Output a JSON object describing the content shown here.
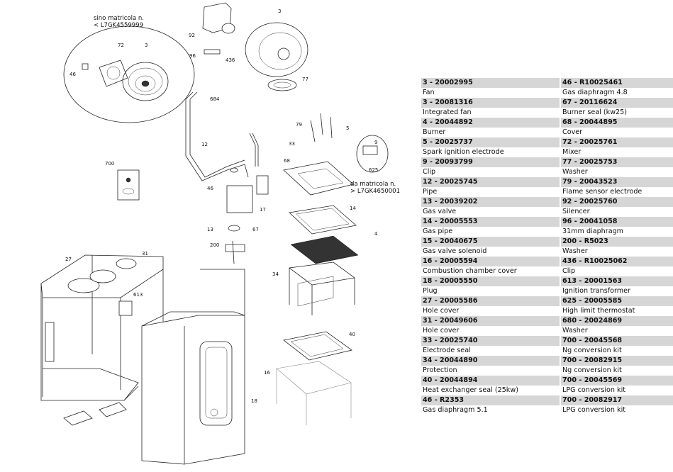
{
  "diagram": {
    "note_top_line1": "sino matricola n.",
    "note_top_line2": "< L7GK4559999",
    "note_right_line1": "da matricola n.",
    "note_right_line2": "> L7GK4650001",
    "callouts": [
      "3",
      "92",
      "96",
      "436",
      "77",
      "684",
      "72",
      "3",
      "46",
      "12",
      "700",
      "46",
      "79",
      "5",
      "33",
      "9",
      "625",
      "68",
      "17",
      "67",
      "13",
      "200",
      "14",
      "4",
      "34",
      "27",
      "31",
      "613",
      "40",
      "16",
      "18"
    ]
  },
  "parts": [
    {
      "code": "3   - 20002995",
      "desc": "Fan"
    },
    {
      "code": "46   - R10025461",
      "desc": "Gas diaphragm 4.8"
    },
    {
      "code": "3   - 20081316",
      "desc": "Integrated fan"
    },
    {
      "code": "67   - 20116624",
      "desc": "Burner seal (kw25)"
    },
    {
      "code": "4   - 20044892",
      "desc": "Burner"
    },
    {
      "code": "68   - 20044895",
      "desc": "Cover"
    },
    {
      "code": "5   - 20025737",
      "desc": "Spark ignition electrode"
    },
    {
      "code": "72   - 20025761",
      "desc": "Mixer"
    },
    {
      "code": "9   - 20093799",
      "desc": "Clip"
    },
    {
      "code": "77   - 20025753",
      "desc": "Washer"
    },
    {
      "code": "12   - 20025745",
      "desc": "Pipe"
    },
    {
      "code": "79   - 20043523",
      "desc": "Flame sensor electrode"
    },
    {
      "code": "13   - 20039202",
      "desc": "Gas valve"
    },
    {
      "code": "92   - 20025760",
      "desc": "Silencer"
    },
    {
      "code": "14   - 20005553",
      "desc": "Gas pipe"
    },
    {
      "code": "96   - 20041058",
      "desc": "31mm diaphragm"
    },
    {
      "code": "15   - 20040675",
      "desc": "Gas valve solenoid"
    },
    {
      "code": "200   - R5023",
      "desc": "Washer"
    },
    {
      "code": "16   - 20005594",
      "desc": "Combustion chamber cover"
    },
    {
      "code": "436   - R10025062",
      "desc": "Clip"
    },
    {
      "code": "18   - 20005550",
      "desc": "Plug"
    },
    {
      "code": "613   - 20001563",
      "desc": "Ignition transformer"
    },
    {
      "code": "27   - 20005586",
      "desc": "Hole cover"
    },
    {
      "code": "625   - 20005585",
      "desc": "High limit thermostat"
    },
    {
      "code": "31   - 20049606",
      "desc": "Hole cover"
    },
    {
      "code": "680   - 20024869",
      "desc": "Washer"
    },
    {
      "code": "33   - 20025740",
      "desc": "Electrode seal"
    },
    {
      "code": "700   - 20045568",
      "desc": "Ng conversion kit"
    },
    {
      "code": "34   - 20044890",
      "desc": "Protection"
    },
    {
      "code": "700   - 20082915",
      "desc": "Ng conversion kit"
    },
    {
      "code": "40   - 20044894",
      "desc": "Heat exchanger seal (25kw)"
    },
    {
      "code": "700   - 20045569",
      "desc": "LPG conversion kit"
    },
    {
      "code": "46   - R2353",
      "desc": "Gas diaphragm 5.1"
    },
    {
      "code": "700   - 20082917",
      "desc": "LPG conversion kit"
    }
  ]
}
